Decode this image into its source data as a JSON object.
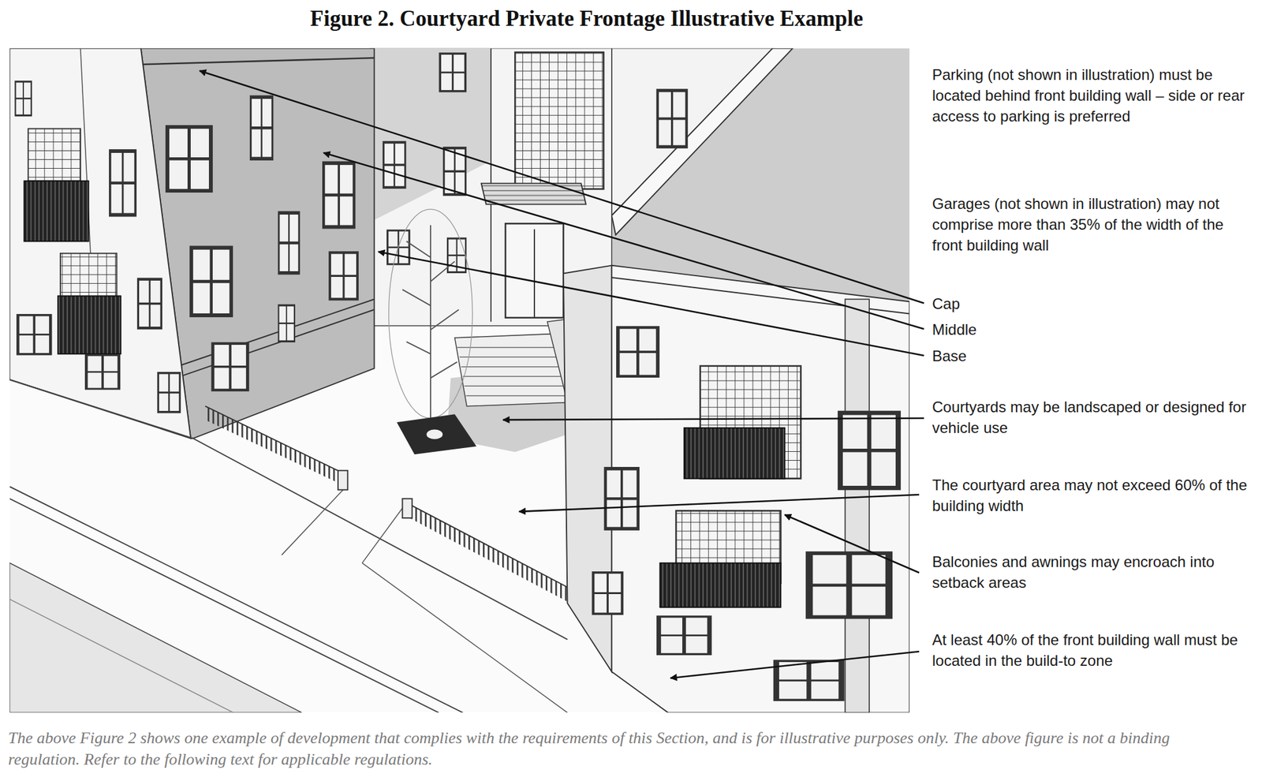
{
  "diagram": {
    "title": "Figure 2. Courtyard Private Frontage Illustrative Example",
    "caption": "The above Figure 2 shows one example of development that complies with the requirements of this Section, and is for illustrative purposes only. The above figure is not a binding regulation. Refer to the following text for applicable regulations.",
    "labels": [
      "Parking (not shown in illustration) must be located behind front building wall – side or rear access to parking is preferred",
      "Garages (not shown in illustration) may not comprise more than 35% of the width of the front building wall",
      "Cap",
      "Middle",
      "Base",
      "Courtyards may be landscaped or designed for vehicle use",
      "The courtyard area may not exceed 60% of the building width",
      "Balconies and awnings may encroach into setback areas",
      "At least 40% of the front building wall must be located in the build-to zone"
    ]
  }
}
